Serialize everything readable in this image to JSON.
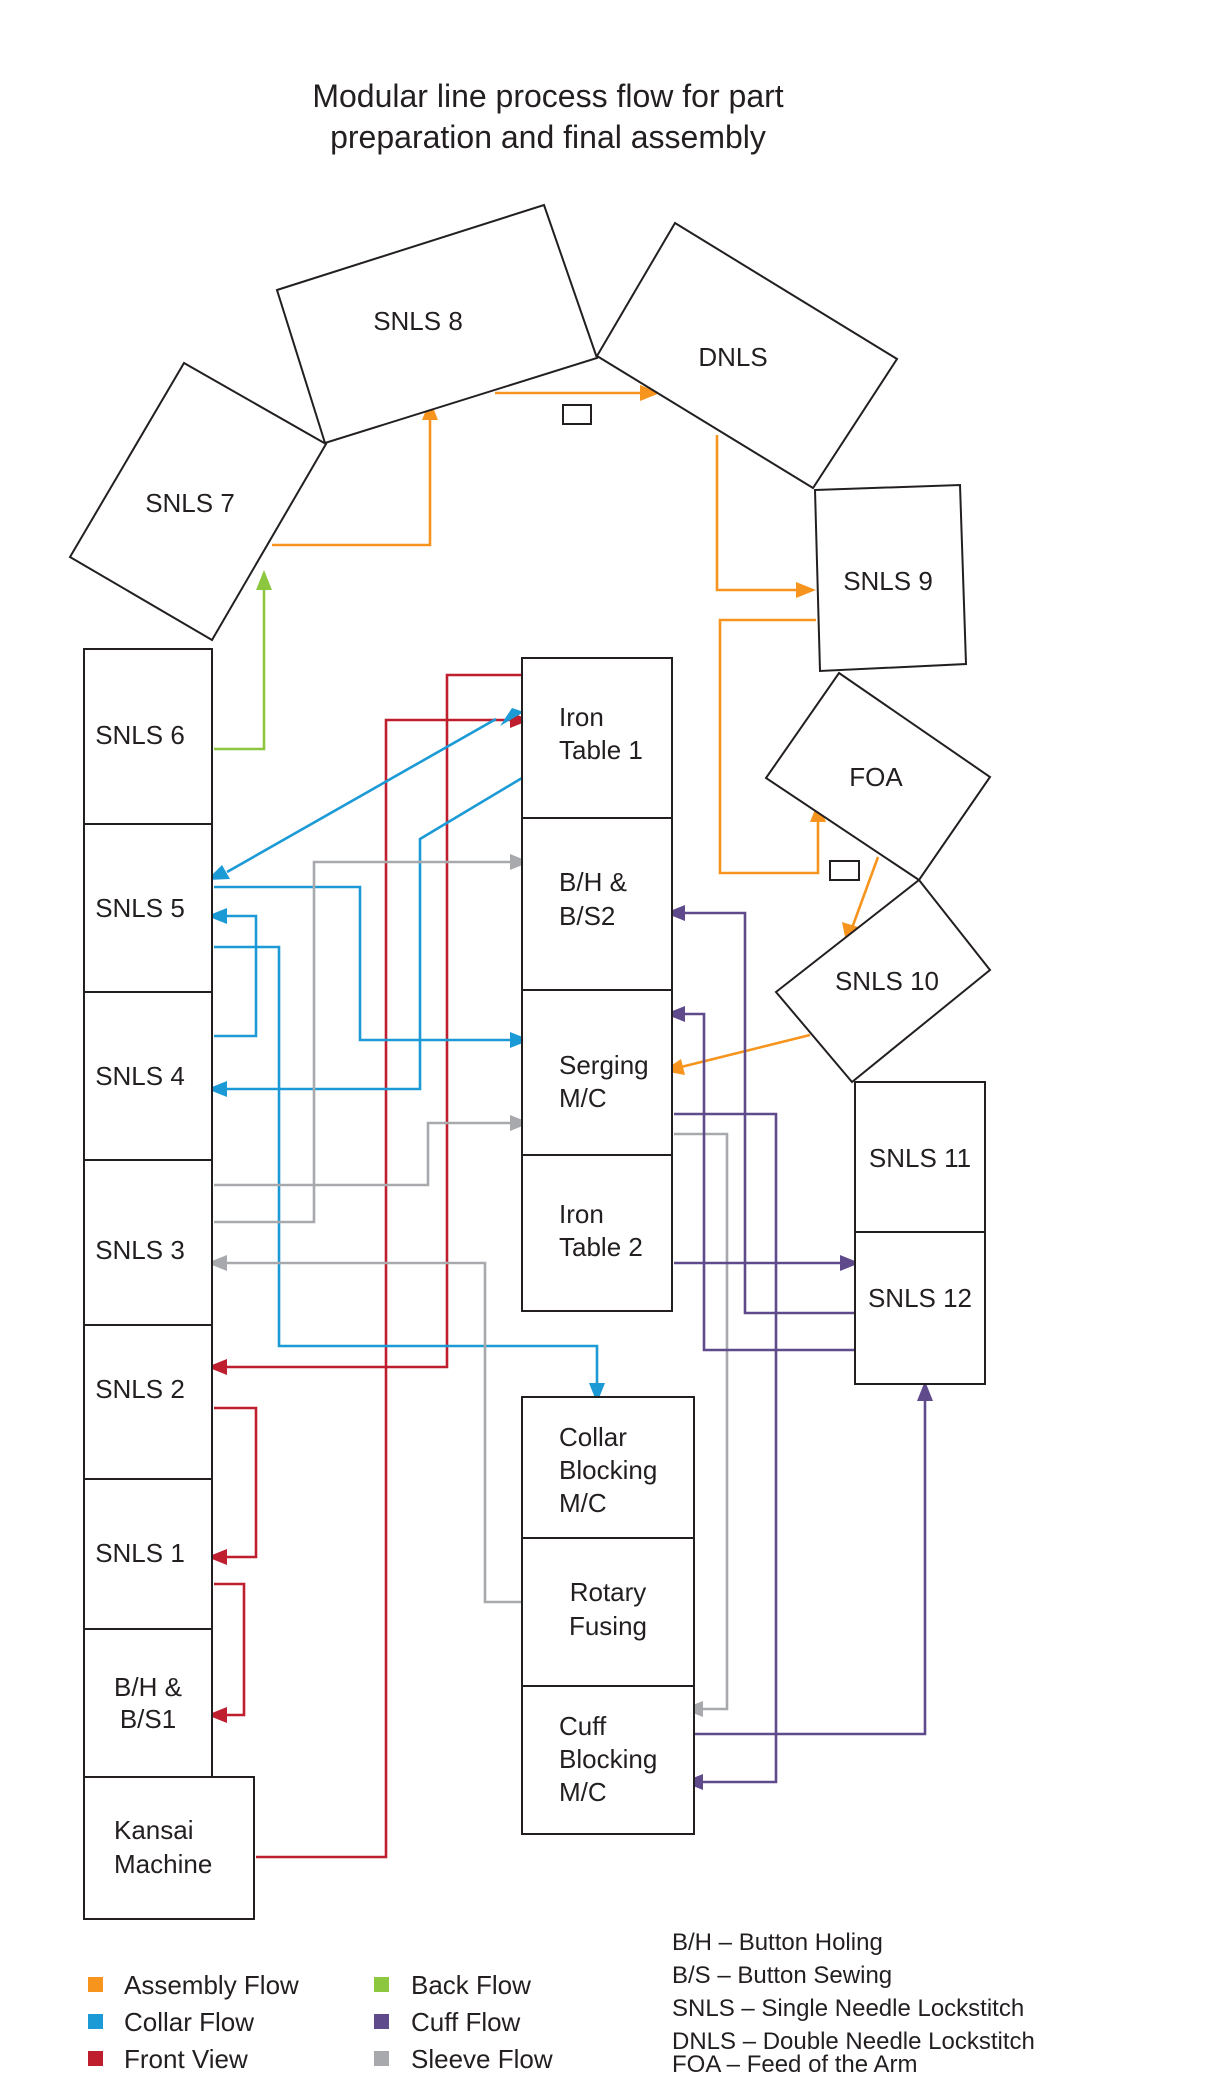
{
  "title": {
    "line1": "Modular line process flow for part",
    "line2": "preparation and final assembly"
  },
  "stations": {
    "snls7": "SNLS 7",
    "snls8": "SNLS 8",
    "dnls": "DNLS",
    "snls9": "SNLS 9",
    "foa": "FOA",
    "snls10": "SNLS 10",
    "snls6": "SNLS 6",
    "snls5": "SNLS 5",
    "snls4": "SNLS 4",
    "snls3": "SNLS 3",
    "snls2": "SNLS 2",
    "snls1": "SNLS 1",
    "bhbs1": [
      "B/H &",
      "B/S1"
    ],
    "kansai": [
      "Kansai",
      "Machine"
    ],
    "iron1": [
      "Iron",
      "Table 1"
    ],
    "bhbs2": [
      "B/H &",
      "B/S2"
    ],
    "serging": [
      "Serging",
      "M/C"
    ],
    "iron2": [
      "Iron",
      "Table 2"
    ],
    "snls11": "SNLS 11",
    "snls12": "SNLS 12",
    "collar": [
      "Collar",
      "Blocking",
      "M/C"
    ],
    "rotary": [
      "Rotary",
      "Fusing"
    ],
    "cuff": [
      "Cuff",
      "Blocking",
      "M/C"
    ]
  },
  "legend": [
    {
      "label": "Assembly Flow",
      "color": "#f7941d"
    },
    {
      "label": "Collar Flow",
      "color": "#1b9ad6"
    },
    {
      "label": "Front View",
      "color": "#be1e2d"
    },
    {
      "label": "Back Flow",
      "color": "#8dc63f"
    },
    {
      "label": "Cuff Flow",
      "color": "#5f4b8b"
    },
    {
      "label": "Sleeve Flow",
      "color": "#a7a9ac"
    }
  ],
  "abbreviations": [
    "B/H – Button Holing",
    "B/S – Button Sewing",
    "SNLS – Single Needle Lockstitch",
    "DNLS – Double Needle Lockstitch",
    "FOA – Feed of the Arm"
  ]
}
